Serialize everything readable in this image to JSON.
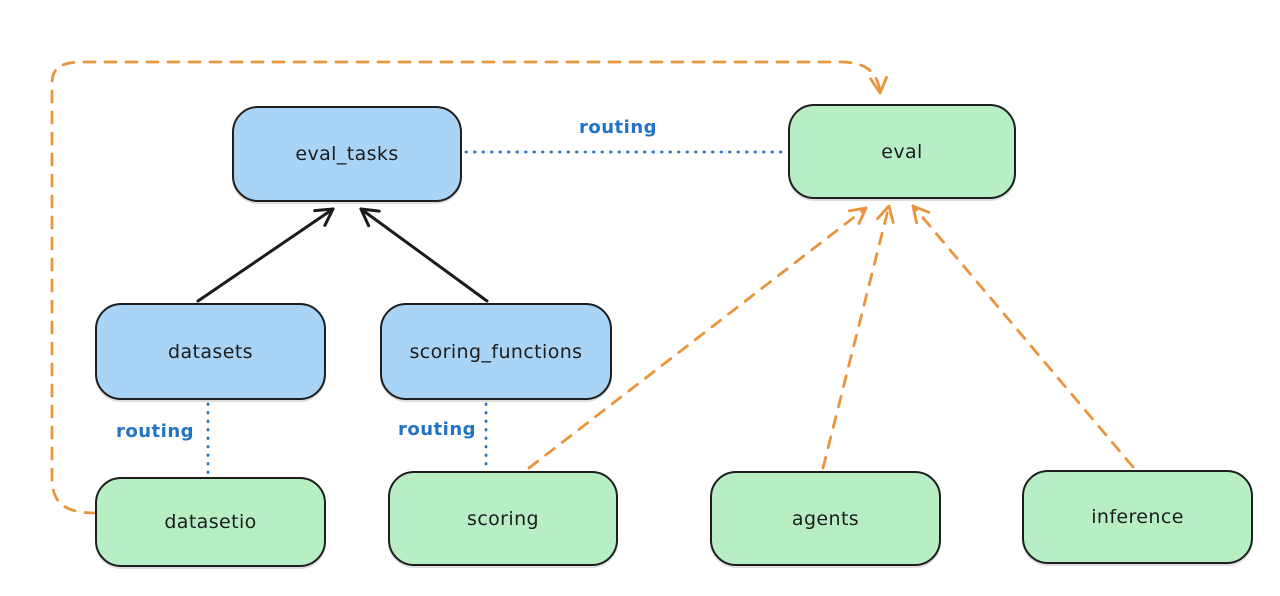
{
  "diagram": {
    "colors": {
      "blue_fill": "#a9d4f6",
      "green_fill": "#b8eec4",
      "border": "#1e1e1e",
      "black": "#1b1b1b",
      "orange": "#e8953d",
      "blue_line": "#2273c4"
    },
    "nodes": [
      {
        "id": "eval_tasks",
        "label": "eval_tasks",
        "kind": "resource",
        "fill": "blue"
      },
      {
        "id": "eval",
        "label": "eval",
        "kind": "api",
        "fill": "green"
      },
      {
        "id": "datasets",
        "label": "datasets",
        "kind": "resource",
        "fill": "blue"
      },
      {
        "id": "scoring_functions",
        "label": "scoring_functions",
        "kind": "resource",
        "fill": "blue"
      },
      {
        "id": "datasetio",
        "label": "datasetio",
        "kind": "api",
        "fill": "green"
      },
      {
        "id": "scoring",
        "label": "scoring",
        "kind": "api",
        "fill": "green"
      },
      {
        "id": "agents",
        "label": "agents",
        "kind": "api",
        "fill": "green"
      },
      {
        "id": "inference",
        "label": "inference",
        "kind": "api",
        "fill": "green"
      }
    ],
    "edges": [
      {
        "from": "datasets",
        "to": "eval_tasks",
        "style": "solid-black-arrow",
        "label": ""
      },
      {
        "from": "scoring_functions",
        "to": "eval_tasks",
        "style": "solid-black-arrow",
        "label": ""
      },
      {
        "from": "eval_tasks",
        "to": "eval",
        "style": "dotted-blue",
        "label": "routing"
      },
      {
        "from": "datasets",
        "to": "datasetio",
        "style": "dotted-blue",
        "label": "routing"
      },
      {
        "from": "scoring_functions",
        "to": "scoring",
        "style": "dotted-blue",
        "label": "routing"
      },
      {
        "from": "datasetio",
        "to": "eval",
        "style": "dashed-orange-arrow",
        "label": ""
      },
      {
        "from": "scoring",
        "to": "eval",
        "style": "dashed-orange-arrow",
        "label": ""
      },
      {
        "from": "agents",
        "to": "eval",
        "style": "dashed-orange-arrow",
        "label": ""
      },
      {
        "from": "inference",
        "to": "eval",
        "style": "dashed-orange-arrow",
        "label": ""
      }
    ]
  }
}
